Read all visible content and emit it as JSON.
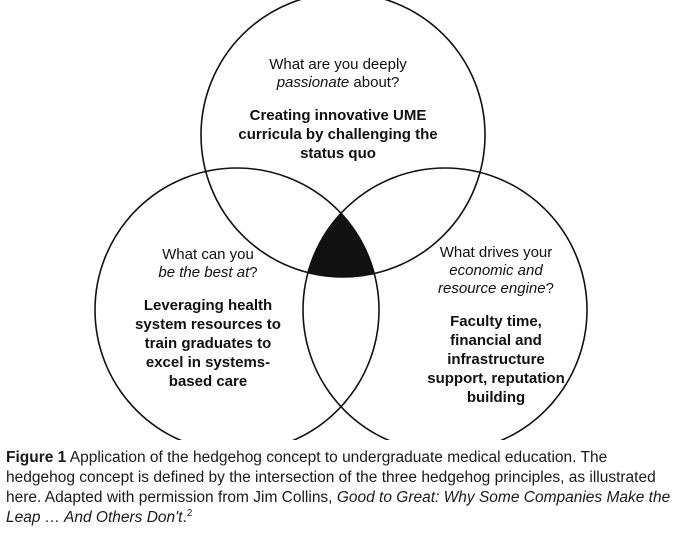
{
  "diagram": {
    "top": {
      "question_line1": "What are you deeply",
      "question_line2_em": "passionate",
      "question_line2_rest": " about?",
      "answer_lines": [
        "Creating innovative UME",
        "curricula by challenging the",
        "status quo"
      ]
    },
    "left": {
      "question_line1": "What can you",
      "question_line2_em": "be the best at",
      "question_line2_rest": "?",
      "answer_lines": [
        "Leveraging health",
        "system resources to",
        "train graduates to",
        "excel in systems-",
        "based care"
      ]
    },
    "right": {
      "question_line1": "What drives your",
      "question_line2_em": "economic and",
      "question_line3_em": "resource engine",
      "question_line3_rest": "?",
      "answer_lines": [
        "Faculty time,",
        "financial and",
        "infrastructure",
        "support, reputation",
        "building"
      ]
    }
  },
  "caption": {
    "label": "Figure 1",
    "text": " Application of the hedgehog concept to undergraduate medical education. The hedgehog concept is defined by the intersection of the three hedgehog principles, as illustrated here. Adapted with permission from Jim Collins, ",
    "book_title": "Good to Great: Why Some Companies Make the Leap … And Others Don't",
    "end": ".",
    "ref": "2"
  },
  "colors": {
    "ink": "#111111",
    "background": "#ffffff"
  }
}
